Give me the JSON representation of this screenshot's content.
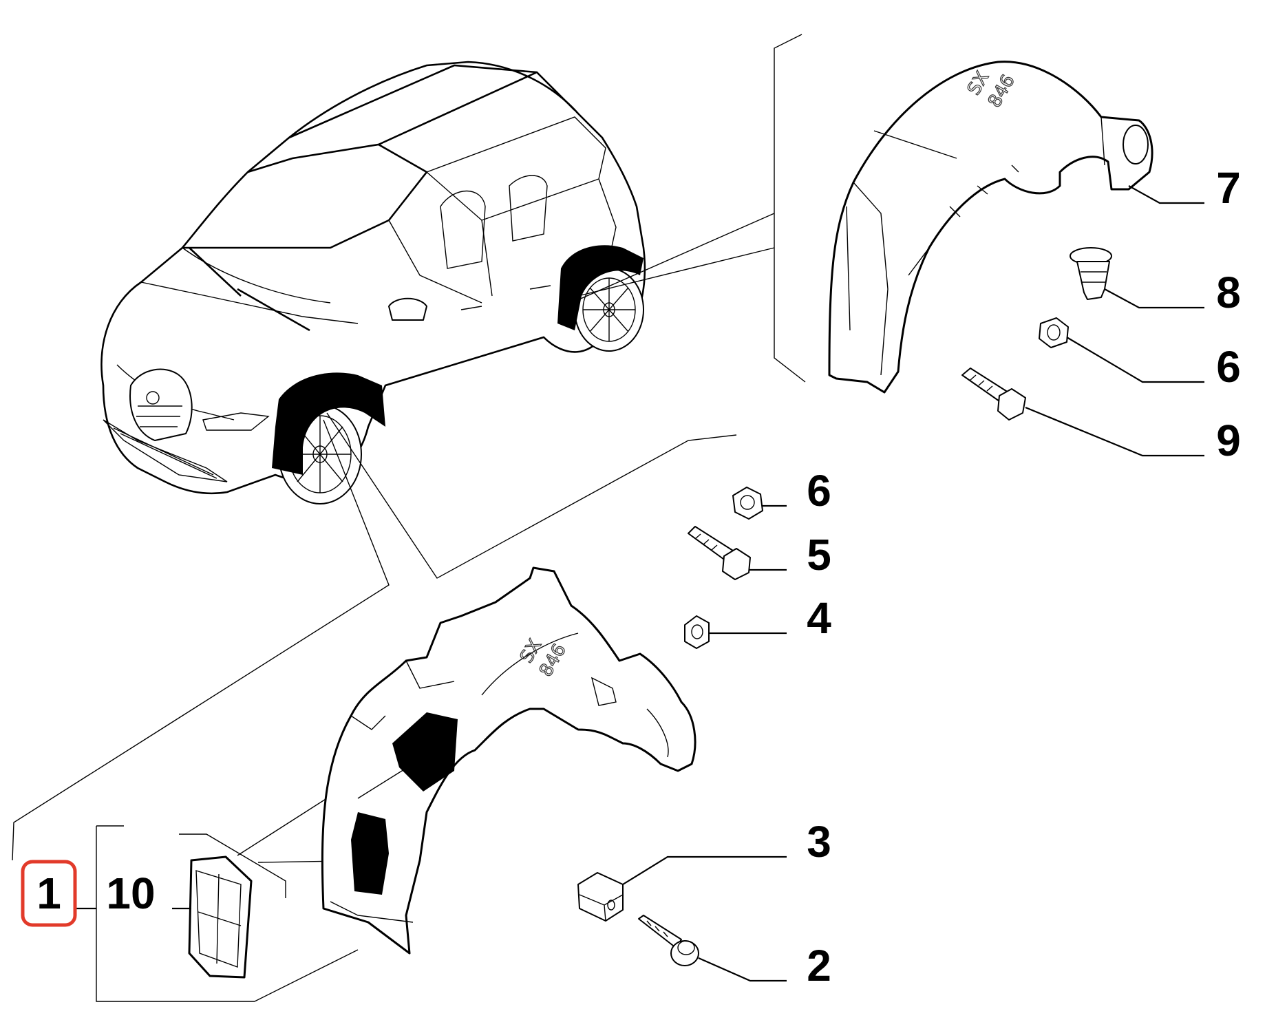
{
  "diagram": {
    "callouts": [
      {
        "id": "1",
        "label": "1",
        "highlighted": true
      },
      {
        "id": "10",
        "label": "10"
      },
      {
        "id": "2",
        "label": "2"
      },
      {
        "id": "3",
        "label": "3"
      },
      {
        "id": "4",
        "label": "4"
      },
      {
        "id": "5",
        "label": "5"
      },
      {
        "id": "6a",
        "label": "6"
      },
      {
        "id": "6b",
        "label": "6"
      },
      {
        "id": "7",
        "label": "7"
      },
      {
        "id": "8",
        "label": "8"
      },
      {
        "id": "9",
        "label": "9"
      }
    ],
    "embossed_marks": {
      "front_liner": [
        "SX",
        "846"
      ],
      "rear_liner": [
        "SX",
        "846"
      ]
    },
    "colors": {
      "ink": "#000000",
      "highlight": "#e23a2a",
      "background": "#ffffff"
    }
  }
}
